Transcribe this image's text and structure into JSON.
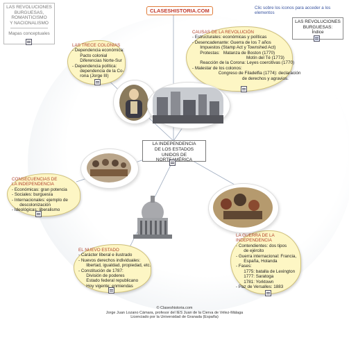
{
  "header": {
    "title_lines": [
      "LAS REVOLUCIONES",
      "BURGUESAS,",
      "ROMANTICISMO",
      "Y NACIONALISMO"
    ],
    "subtitle": "Mapas conceptuales",
    "logo": "CLASESHISTORIA.COM",
    "hint": "Clic sobre los iconos para acceder a los elementos"
  },
  "index_box": {
    "lines": [
      "LAS REVOLUCIONES",
      "BURGUESAS:"
    ],
    "link": "Índice"
  },
  "center": {
    "lines": [
      "LA INDEPENDENCIA",
      "DE LOS ESTADOS",
      "UNIDOS DE NORTEAMÉRICA"
    ]
  },
  "notes": {
    "trece": {
      "title": "LAS TRECE COLONIAS",
      "lines": [
        "- Dependencia económica:",
        "   Pacto colonial",
        "   Diferencias Norte-Sur",
        "- Dependencia política:",
        "   dependencia de la Co-",
        "   rona (Jorge III)"
      ]
    },
    "causas": {
      "title": "CAUSAS DE LA REVOLUCIÓN",
      "lines": [
        "- Estructurales: económicas y políticas",
        "- Desencadenante: Guerra de los 7 años",
        "   Impuestos (Stamp Act y Townshed Act)",
        "   Protestas:   Matanza de Boston (1770)",
        "                Motín del Té (1773)",
        "   Reacción de la Corona: Leyes coercitivas (1770)",
        "- Malestar de los colonos:",
        "         Congreso de Filadelfia (1774): declaración",
        "                de derechos y agravios."
      ]
    },
    "consecuencias": {
      "title_lines": [
        "CONSECUENCIAS DE",
        "LA INDEPENDENCIA"
      ],
      "lines": [
        "- Económicas: gran potencia",
        "- Sociales: burguesía",
        "- Internacionales: ejemplo de",
        "   descolonización",
        "- Ideológicas: liberalismo"
      ]
    },
    "guerra": {
      "title_lines": [
        "LA GUERRA DE LA",
        "INDEPENDENCIA"
      ],
      "lines": [
        "- Contendientes: dos tipos",
        "   de ejército",
        "- Guerra internacional: Francia,",
        "   España, Holanda",
        "- Fases:",
        "   1775: batalla de Lexington",
        "   1777: Saratoga",
        "   1781: Yorktown",
        "- Paz de Versalles: 1883"
      ]
    },
    "nuevo": {
      "title": "EL NUEVO ESTADO",
      "lines": [
        "- Carácter liberal e ilustrado",
        "- Nuevos derechos individuales:",
        "   libertad, igualdad, propiedad, etc.",
        "- Constitución de 1787:",
        "   División de poderes",
        "   Estado federal republicano",
        "   Hoy vigente: enmiendas"
      ]
    }
  },
  "footer": {
    "lines": [
      "© Claseshistoria.com",
      "Jorge Juan Lozano Cámara, profesor del IES Juan de la Cierva de Vélez-Málaga",
      "Licenciado por la Universidad de Granada (España)"
    ]
  },
  "colors": {
    "note_bg": "#fdf6c4",
    "title_red": "#b0402a",
    "line": "#9aa8bd"
  }
}
